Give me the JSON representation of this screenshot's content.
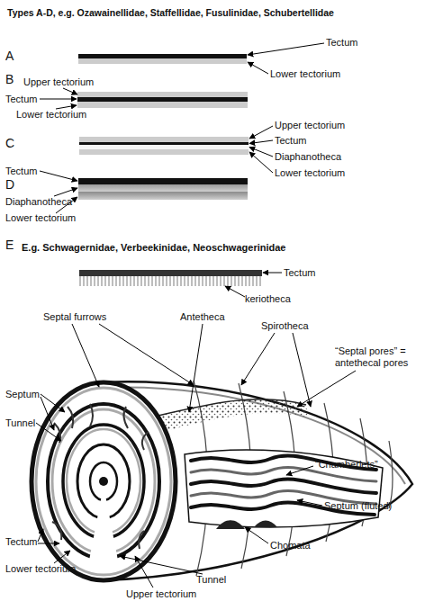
{
  "diagram": {
    "labels": [
      "Types A-D, e.g. Ozawainellidae, Staffellidae, Fusulinidae, Schubertellidae",
      "A",
      "Tectum",
      "Lower tectorium",
      "B",
      "Upper tectorium",
      "Tectum",
      "Lower tectorium",
      "Upper tectorium",
      "C",
      "Tectum",
      "Diaphanotheca",
      "Lower tectorium",
      "Tectum",
      "D",
      "Diaphanotheca",
      "Lower tectorium",
      "E",
      "E.g. Schwagernidae, Verbeekinidae, Neoschwagerinidae",
      "Tectum",
      "keriotheca",
      "Septal furrows",
      "Antetheca",
      "Spirotheca",
      "“Septal pores” = antethecal pores",
      "Septum",
      "Tunnel",
      "“Chamberlets”",
      "Septum (fluted)",
      "Chomata",
      "Tectum",
      "Lower tectorium",
      "Upper tectorium",
      "Tunnel"
    ]
  }
}
